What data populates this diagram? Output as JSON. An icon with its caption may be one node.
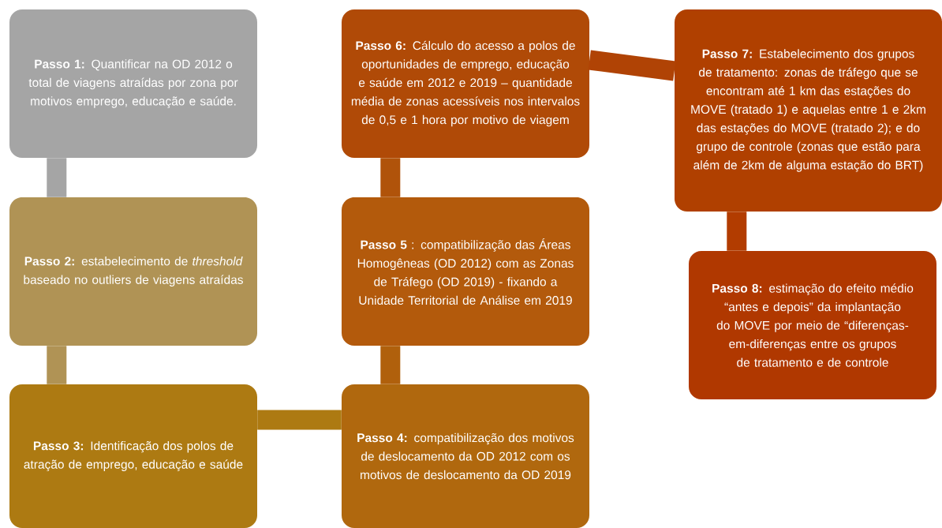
{
  "diagram": {
    "nodes": [
      {
        "text": [
          "**Passo 1:** Quantificar na OD 2012 o total de viagens atraídas por zona por motivos emprego, educação e saúde."
        ]
      },
      {
        "text": [
          "**Passo 2:** estabelecimento de *threshold* baseado no outliers de viagens atraídas"
        ]
      },
      {
        "text": [
          "**Passo 3:** Identificação dos polos de atração de emprego, educação e saúde"
        ]
      },
      {
        "text": [
          "**Passo 4:** compatibilização dos motivos de deslocamento da OD 2012 com os motivos de deslocamento da OD 2019"
        ]
      },
      {
        "text": [
          "**Passo 5** : compatibilização das Áreas Homogêneas (OD 2012) com as Zonas de Tráfego (OD 2019) - fixando a Unidade Territorial de Análise em 2019"
        ]
      },
      {
        "text": [
          "**Passo 6:** Cálculo do acesso a polos de oportunidades de emprego, educação e saúde em 2012 e 2019 – quantidade média de zonas acessíveis nos intervalos de 0,5 e 1 hora por motivo de viagem"
        ]
      },
      {
        "text": [
          "**Passo 7:** Estabelecimento dos grupos de tratamento: zonas de tráfego que se encontram até 1 km das estações do MOVE (tratado 1) e aquelas entre 1 e 2km das estações do MOVE (tratado 2); e do grupo de controle (zonas que estão para além de 2km de alguma estação do BRT)"
        ]
      },
      {
        "text": [
          "**Passo 8:** estimação do efeito médio “antes e depois” da implantação do MOVE por meio de “diferenças-em-diferenças entre os grupos de tratamento e de controle"
        ]
      }
    ],
    "edges": [
      {
        "from": 0,
        "to": 1,
        "arrow": "none",
        "color": "#a5a5a5"
      },
      {
        "from": 1,
        "to": 2,
        "arrow": "none",
        "color": "#b09355"
      },
      {
        "from": 2,
        "to": 3,
        "arrow": "none",
        "color": "#ad7a12"
      },
      {
        "from": 3,
        "to": 4,
        "arrow": "none",
        "color": "#b0600c"
      },
      {
        "from": 4,
        "to": 5,
        "arrow": "none",
        "color": "#b0530a"
      },
      {
        "from": 5,
        "to": 6,
        "arrow": "none",
        "color": "#b04305"
      },
      {
        "from": 6,
        "to": 7,
        "arrow": "none",
        "color": "#b23c00"
      }
    ]
  }
}
